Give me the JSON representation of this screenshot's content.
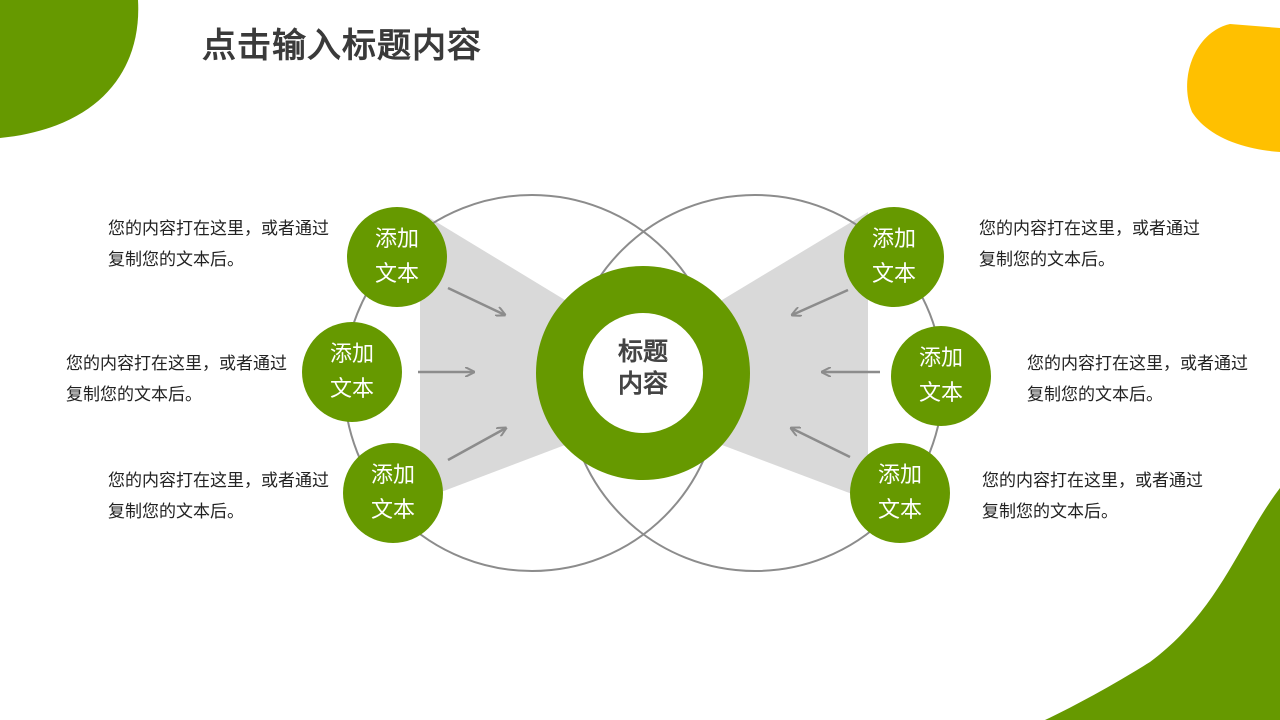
{
  "title": "点击输入标题内容",
  "colors": {
    "green": "#669900",
    "yellow": "#ffc000",
    "gray_ring": "#8c8c8c",
    "gray_fill": "#d9d9d9",
    "arrow": "#8c8c8c"
  },
  "center": {
    "line1": "标题",
    "line2": "内容"
  },
  "nodes": [
    {
      "line1": "添加",
      "line2": "文本",
      "desc": "您的内容打在这里，或者通过复制您的文本后。"
    },
    {
      "line1": "添加",
      "line2": "文本",
      "desc": "您的内容打在这里，或者通过复制您的文本后。"
    },
    {
      "line1": "添加",
      "line2": "文本",
      "desc": "您的内容打在这里，或者通过复制您的文本后。"
    },
    {
      "line1": "添加",
      "line2": "文本",
      "desc": "您的内容打在这里，或者通过复制您的文本后。"
    },
    {
      "line1": "添加",
      "line2": "文本",
      "desc": "您的内容打在这里，或者通过复制您的文本后。"
    },
    {
      "line1": "添加",
      "line2": "文本",
      "desc": "您的内容打在这里，或者通过复制您的文本后。"
    }
  ]
}
